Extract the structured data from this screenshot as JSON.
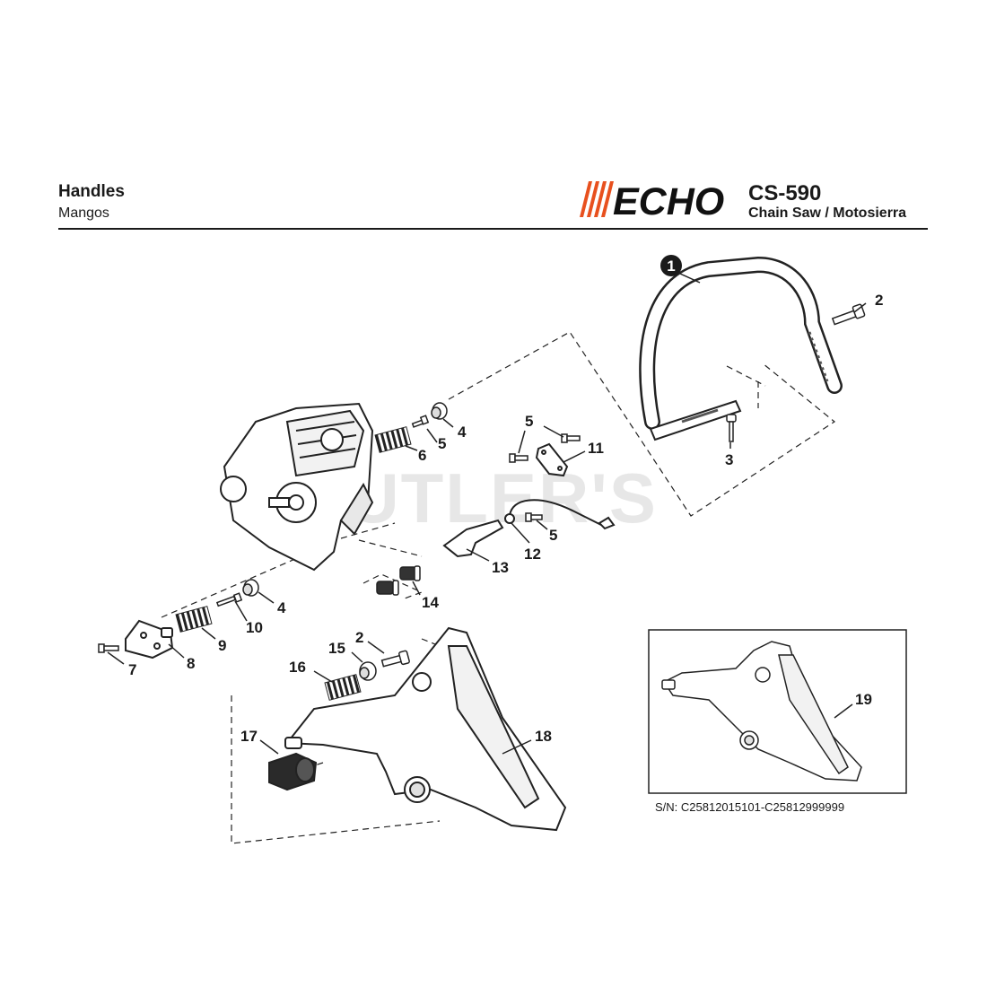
{
  "header": {
    "title": "Handles",
    "subtitle": "Mangos",
    "brand": "ECHO",
    "model": "CS-590",
    "model_desc": "Chain Saw / Motosierra",
    "brand_color": "#e8501e"
  },
  "watermark": "BUTLER'S",
  "callouts": {
    "c1": "1",
    "c2a": "2",
    "c2b": "2",
    "c3": "3",
    "c4a": "4",
    "c4b": "4",
    "c5a": "5",
    "c5b": "5",
    "c5c": "5",
    "c6": "6",
    "c7": "7",
    "c8": "8",
    "c9": "9",
    "c10": "10",
    "c11": "11",
    "c12": "12",
    "c13": "13",
    "c14": "14",
    "c15": "15",
    "c16": "16",
    "c17": "17",
    "c18": "18",
    "c19": "19"
  },
  "inset": {
    "serial": "S/N: C25812015101-C25812999999"
  }
}
